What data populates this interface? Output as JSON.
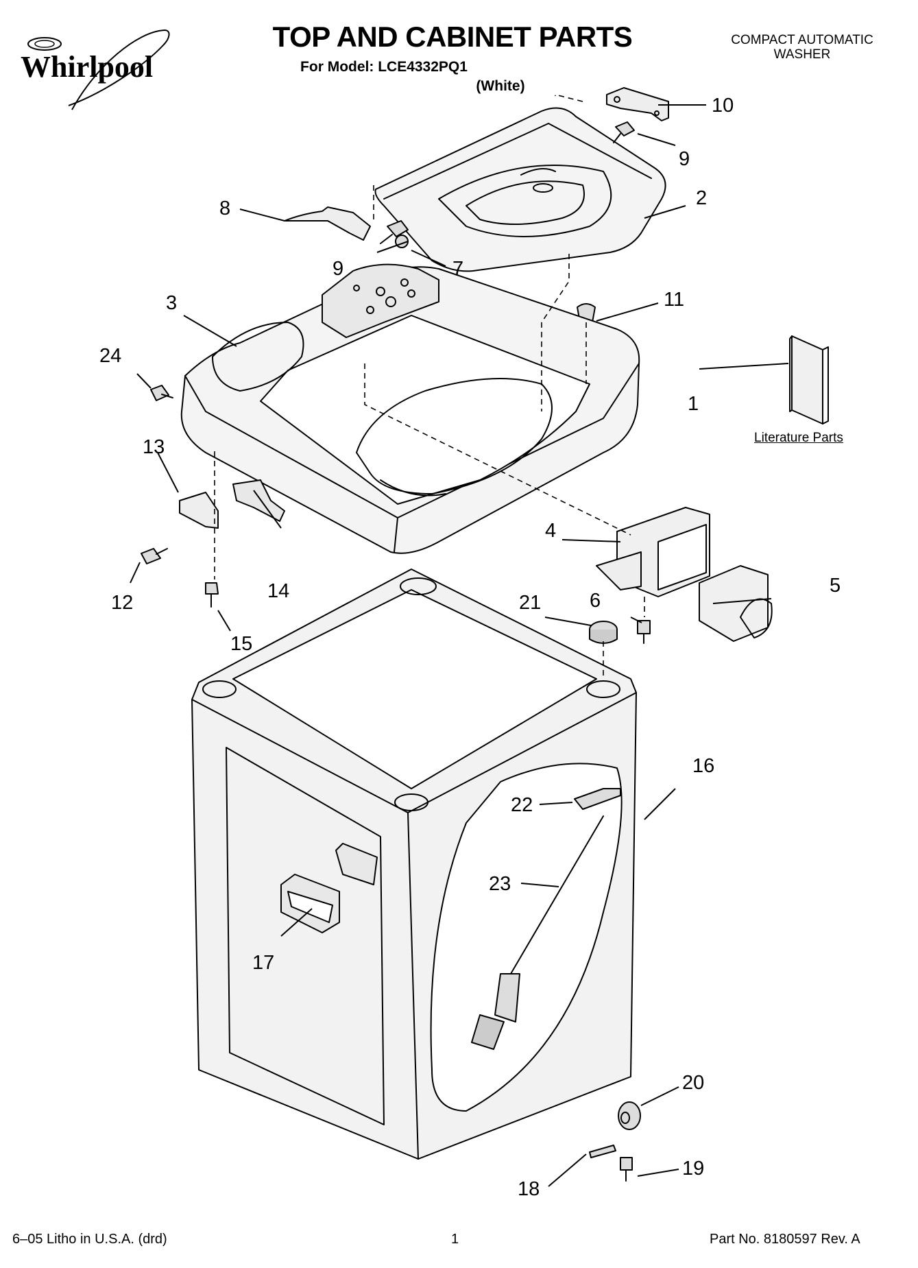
{
  "header": {
    "brand": "Whirlpool",
    "title": "TOP AND CABINET PARTS",
    "model_line": "For Model: LCE4332PQ1",
    "variant": "(White)",
    "category_line1": "COMPACT AUTOMATIC",
    "category_line2": "WASHER"
  },
  "literature_label": "Literature Parts",
  "callouts": [
    "1",
    "2",
    "3",
    "4",
    "5",
    "6",
    "7",
    "8",
    "9",
    "9",
    "10",
    "11",
    "12",
    "13",
    "14",
    "15",
    "16",
    "17",
    "18",
    "19",
    "20",
    "21",
    "22",
    "23",
    "24"
  ],
  "footer": {
    "left": "6–05 Litho in U.S.A. (drd)",
    "center": "1",
    "right": "Part No. 8180597 Rev. A"
  }
}
